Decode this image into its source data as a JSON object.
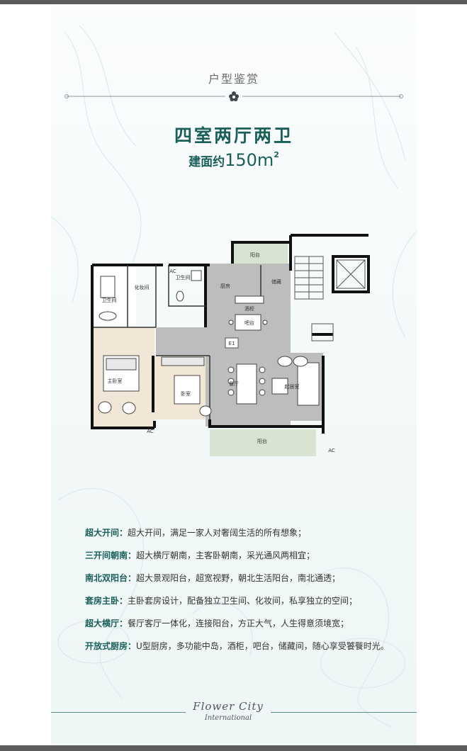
{
  "header": {
    "section_title": "户型鉴赏",
    "title": "四室两厅两卫",
    "area_prefix": "建面约",
    "area_number": "150m",
    "area_unit_sup": "2"
  },
  "floorplan": {
    "rooms": {
      "balcony_top": "阳台",
      "bathroom_master": "卫生间",
      "dressing": "化妆间",
      "bathroom_second": "卫生间",
      "kitchen": "厨房",
      "storage": "储藏",
      "wine_cabinet": "酒柜",
      "bar": "吧台",
      "master_bedroom": "主卧室",
      "bedroom": "卧室",
      "dining": "餐厅",
      "living": "起居室",
      "balcony_bottom": "阳台",
      "entrance_marker": "E1",
      "ac": "AC"
    },
    "colors": {
      "public_area": "#bdbdbd",
      "balcony": "#d8e4d2",
      "master_suite": "#f2e6d6",
      "wall": "#111111"
    }
  },
  "features": [
    {
      "label": "超大开间：",
      "text": "超大开间，满足一家人对奢阔生活的所有想象；"
    },
    {
      "label": "三开间朝南：",
      "text": "超大横厅朝南，主客卧朝南，采光通风两相宜；"
    },
    {
      "label": "南北双阳台：",
      "text": "超大景观阳台，超宽视野，朝北生活阳台，南北通透；"
    },
    {
      "label": "套房主卧：",
      "text": "主卧套房设计，配备独立卫生间、化妆间，私享独立的空间；"
    },
    {
      "label": "超大横厅：",
      "text": "餐厅客厅一体化，连接阳台，方正大气，人生得意须境宽；"
    },
    {
      "label": "开放式厨房：",
      "text": "U型厨房，多功能中岛，酒柜，吧台，储藏间，随心享受饕餮时光。"
    }
  ],
  "footer": {
    "brand_line1": "Flower City",
    "brand_line2": "International"
  }
}
